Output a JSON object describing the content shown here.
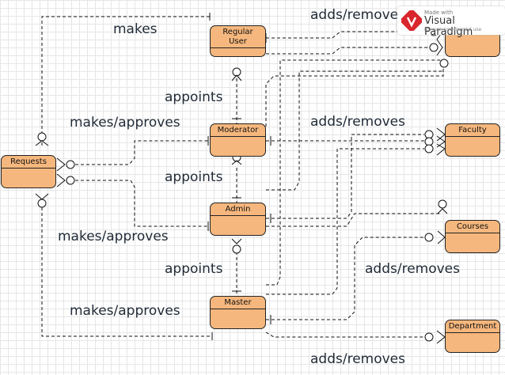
{
  "entities": {
    "regular_user": "Regular\nUser",
    "moderator": "Moderator",
    "admin": "Admin",
    "master": "Master",
    "requests": "Requests",
    "faculty": "Faculty",
    "courses": "Courses",
    "department": "Department",
    "top_right_entity": ""
  },
  "labels": {
    "makes": "makes",
    "makes_approves_1": "makes/approves",
    "makes_approves_2": "makes/approves",
    "makes_approves_3": "makes/approves",
    "appoints_1": "appoints",
    "appoints_2": "appoints",
    "appoints_3": "appoints",
    "adds_removes_1": "adds/removes",
    "adds_removes_2": "adds/removes",
    "adds_removes_3": "adds/removes",
    "adds_removes_4": "adds/removes"
  },
  "watermark": {
    "made_with": "Made with",
    "brand": "Visual Paradigm",
    "usage": "For non-commercial use"
  },
  "colors": {
    "entity_fill": "#f5b77d",
    "line": "#111111",
    "label_text": "#1f2a36"
  }
}
